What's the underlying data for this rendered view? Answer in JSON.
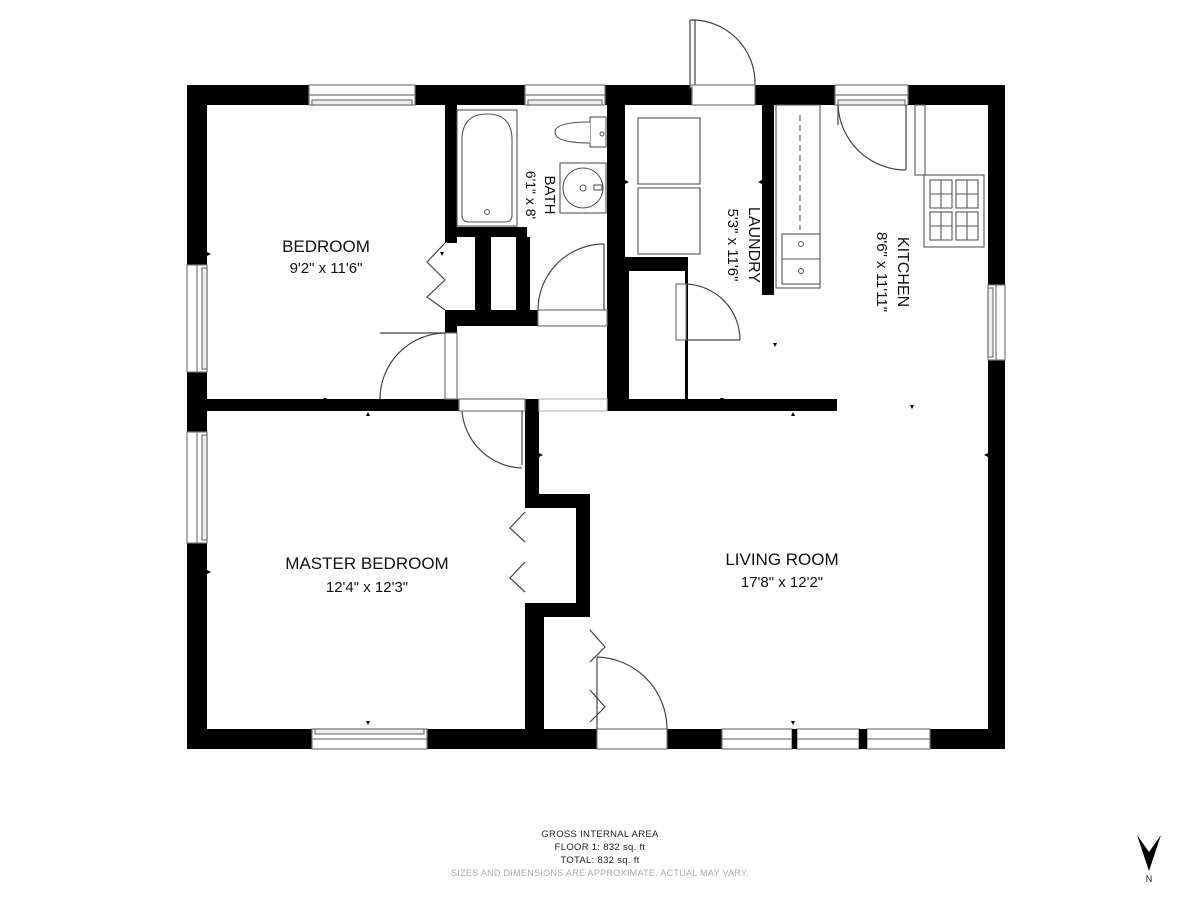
{
  "rooms": {
    "bedroom": {
      "name": "BEDROOM",
      "dims": "9'2\" x 11'6\""
    },
    "bath": {
      "name": "BATH",
      "dims": "6'1\" x 8'"
    },
    "laundry": {
      "name": "LAUNDRY",
      "dims": "5'3\" x 11'6\""
    },
    "kitchen": {
      "name": "KITCHEN",
      "dims": "8'6\" x 11'11\""
    },
    "master_bedroom": {
      "name": "MASTER BEDROOM",
      "dims": "12'4\" x 12'3\""
    },
    "living_room": {
      "name": "LIVING ROOM",
      "dims": "17'8\" x 12'2\""
    }
  },
  "footer": {
    "line1": "GROSS INTERNAL AREA",
    "line2": "FLOOR 1: 832 sq. ft",
    "line3": "TOTAL: 832 sq. ft",
    "line4": "SIZES AND DIMENSIONS ARE APPROXIMATE. ACTUAL MAY VARY."
  },
  "compass": {
    "label": "N"
  },
  "colors": {
    "wall": "#000000",
    "fixture": "#555555",
    "window": "#999999",
    "background": "#ffffff"
  }
}
